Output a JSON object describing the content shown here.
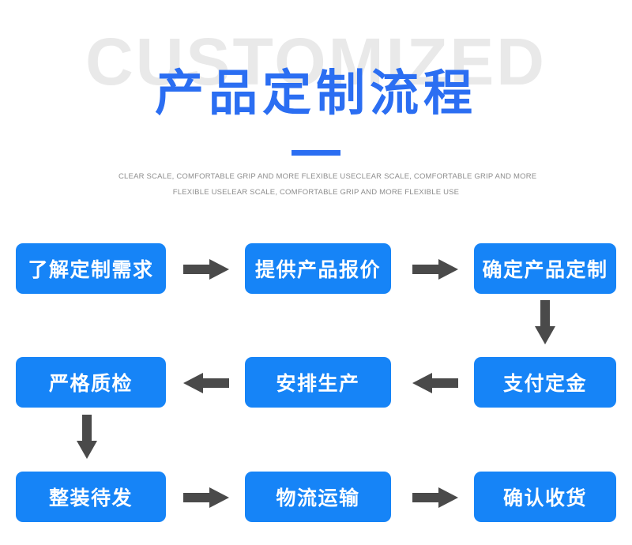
{
  "header": {
    "watermark": "CUSTOMIZED",
    "title": "产品定制流程",
    "accent_color": "#2b6ef2",
    "subtitle_line1": "CLEAR SCALE, COMFORTABLE GRIP AND MORE FLEXIBLE USECLEAR SCALE, COMFORTABLE GRIP AND MORE",
    "subtitle_line2": "FLEXIBLE USELEAR SCALE, COMFORTABLE GRIP AND MORE FLEXIBLE USE"
  },
  "theme": {
    "node_blue": "#1684f7",
    "title_blue": "#2b6ef2",
    "watermark_gray": "#e9e9e9",
    "arrow_gray": "#4a4a4a",
    "subtitle_gray": "#8d8d8d",
    "background": "#ffffff"
  },
  "flow": {
    "rows": [
      {
        "direction": "left-to-right",
        "nodes": [
          {
            "label": "了解定制需求"
          },
          {
            "label": "提供产品报价"
          },
          {
            "label": "确定产品定制"
          }
        ],
        "connectors": [
          {
            "icon": "arrow-right-icon"
          },
          {
            "icon": "arrow-right-icon"
          }
        ]
      },
      {
        "direction": "right-to-left",
        "nodes": [
          {
            "label": "严格质检"
          },
          {
            "label": "安排生产"
          },
          {
            "label": "支付定金"
          }
        ],
        "connectors": [
          {
            "icon": "arrow-left-icon"
          },
          {
            "icon": "arrow-left-icon"
          }
        ]
      },
      {
        "direction": "left-to-right",
        "nodes": [
          {
            "label": "整装待发"
          },
          {
            "label": "物流运输"
          },
          {
            "label": "确认收货"
          }
        ],
        "connectors": [
          {
            "icon": "arrow-right-icon"
          },
          {
            "icon": "arrow-right-icon"
          }
        ]
      }
    ],
    "vertical_connectors": [
      {
        "icon": "arrow-down-icon",
        "position": "right-column"
      },
      {
        "icon": "arrow-down-icon",
        "position": "left-column"
      }
    ]
  }
}
